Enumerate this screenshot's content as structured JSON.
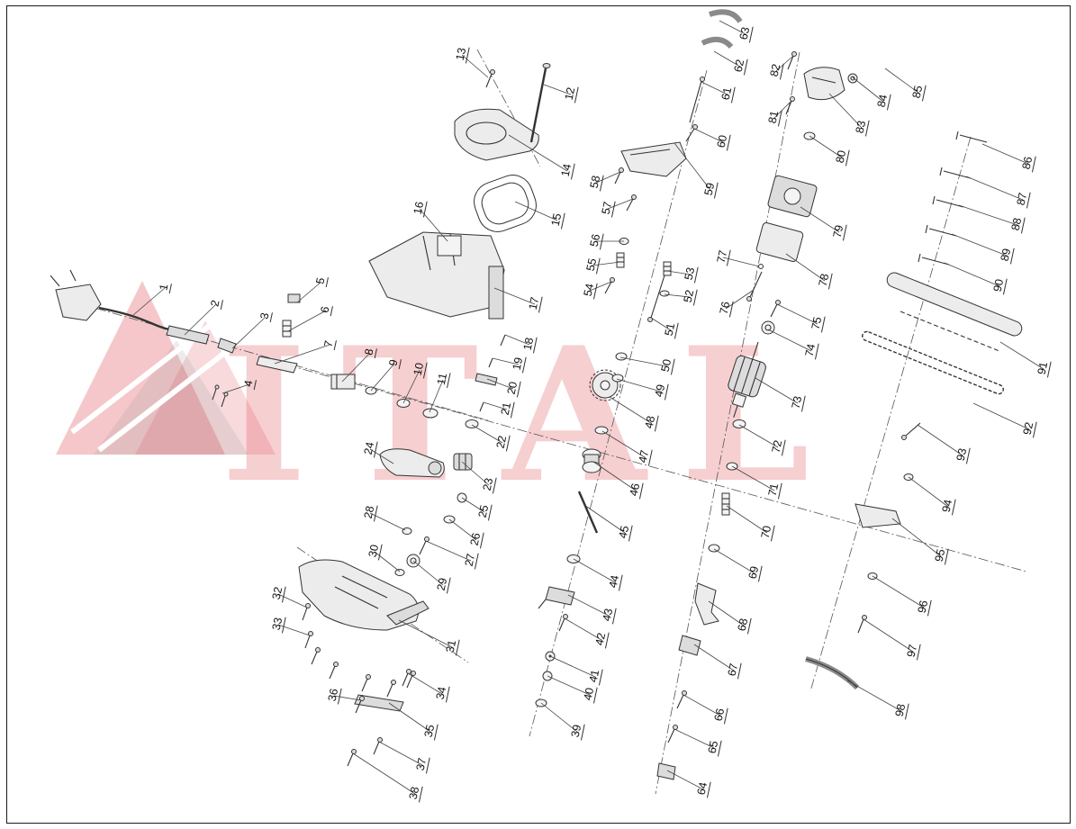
{
  "watermark": {
    "text": "ITAL",
    "color": "#de464e"
  },
  "diagram": {
    "kind": "exploded-parts-view",
    "part_count": 98
  },
  "parts": [
    [
      1,
      183,
      320,
      148,
      350
    ],
    [
      2,
      240,
      338,
      205,
      372
    ],
    [
      3,
      295,
      352,
      258,
      387
    ],
    [
      4,
      277,
      427,
      247,
      437
    ],
    [
      5,
      357,
      313,
      330,
      336
    ],
    [
      6,
      362,
      345,
      320,
      368
    ],
    [
      7,
      366,
      383,
      305,
      404
    ],
    [
      8,
      411,
      392,
      380,
      424
    ],
    [
      9,
      438,
      404,
      412,
      434
    ],
    [
      10,
      466,
      411,
      448,
      448
    ],
    [
      11,
      492,
      422,
      477,
      458
    ],
    [
      12,
      634,
      105,
      604,
      94
    ],
    [
      13,
      513,
      61,
      542,
      86
    ],
    [
      14,
      630,
      190,
      565,
      150
    ],
    [
      15,
      619,
      245,
      572,
      224
    ],
    [
      16,
      466,
      232,
      497,
      268
    ],
    [
      17,
      594,
      338,
      549,
      320
    ],
    [
      18,
      588,
      383,
      561,
      372
    ],
    [
      19,
      576,
      405,
      547,
      398
    ],
    [
      20,
      570,
      432,
      541,
      421
    ],
    [
      21,
      563,
      455,
      537,
      447
    ],
    [
      22,
      558,
      492,
      524,
      472
    ],
    [
      23,
      543,
      539,
      513,
      513
    ],
    [
      24,
      411,
      499,
      437,
      515
    ],
    [
      25,
      538,
      569,
      513,
      553
    ],
    [
      26,
      529,
      600,
      499,
      577
    ],
    [
      27,
      523,
      623,
      473,
      601
    ],
    [
      28,
      411,
      570,
      450,
      589
    ],
    [
      29,
      492,
      650,
      459,
      623
    ],
    [
      30,
      416,
      613,
      444,
      635
    ],
    [
      31,
      502,
      719,
      443,
      689
    ],
    [
      32,
      309,
      660,
      341,
      675
    ],
    [
      33,
      309,
      694,
      344,
      706
    ],
    [
      34,
      491,
      771,
      453,
      748
    ],
    [
      35,
      478,
      813,
      432,
      781
    ],
    [
      36,
      371,
      773,
      401,
      778
    ],
    [
      37,
      469,
      850,
      421,
      824
    ],
    [
      38,
      461,
      882,
      392,
      837
    ],
    [
      39,
      641,
      813,
      601,
      781
    ],
    [
      40,
      655,
      772,
      608,
      751
    ],
    [
      41,
      661,
      752,
      611,
      729
    ],
    [
      42,
      668,
      711,
      627,
      687
    ],
    [
      43,
      676,
      684,
      631,
      661
    ],
    [
      44,
      683,
      647,
      637,
      621
    ],
    [
      45,
      694,
      592,
      649,
      561
    ],
    [
      46,
      706,
      545,
      659,
      513
    ],
    [
      47,
      716,
      508,
      669,
      479
    ],
    [
      48,
      723,
      470,
      677,
      441
    ],
    [
      49,
      734,
      435,
      685,
      421
    ],
    [
      50,
      741,
      407,
      689,
      397
    ],
    [
      51,
      745,
      367,
      723,
      353
    ],
    [
      52,
      766,
      330,
      738,
      327
    ],
    [
      53,
      767,
      305,
      741,
      301
    ],
    [
      54,
      655,
      323,
      679,
      313
    ],
    [
      55,
      658,
      295,
      689,
      291
    ],
    [
      56,
      662,
      268,
      693,
      268
    ],
    [
      57,
      675,
      232,
      703,
      221
    ],
    [
      58,
      662,
      203,
      689,
      191
    ],
    [
      59,
      789,
      211,
      749,
      159
    ],
    [
      60,
      803,
      158,
      771,
      143
    ],
    [
      61,
      808,
      105,
      779,
      91
    ],
    [
      62,
      822,
      74,
      793,
      57
    ],
    [
      63,
      828,
      38,
      799,
      23
    ],
    [
      64,
      781,
      877,
      741,
      856
    ],
    [
      65,
      793,
      831,
      749,
      810
    ],
    [
      66,
      800,
      795,
      759,
      772
    ],
    [
      67,
      815,
      745,
      771,
      716
    ],
    [
      68,
      826,
      695,
      787,
      668
    ],
    [
      69,
      838,
      637,
      793,
      610
    ],
    [
      70,
      852,
      592,
      807,
      562
    ],
    [
      71,
      860,
      545,
      813,
      518
    ],
    [
      72,
      864,
      497,
      821,
      472
    ],
    [
      73,
      886,
      448,
      839,
      420
    ],
    [
      74,
      901,
      390,
      853,
      366
    ],
    [
      75,
      908,
      360,
      863,
      338
    ],
    [
      76,
      806,
      343,
      837,
      322
    ],
    [
      77,
      803,
      286,
      843,
      296
    ],
    [
      78,
      916,
      312,
      873,
      282
    ],
    [
      79,
      932,
      258,
      889,
      230
    ],
    [
      80,
      935,
      175,
      899,
      151
    ],
    [
      81,
      860,
      131,
      879,
      112
    ],
    [
      82,
      862,
      79,
      881,
      62
    ],
    [
      83,
      957,
      142,
      921,
      104
    ],
    [
      84,
      981,
      113,
      947,
      86
    ],
    [
      85,
      1020,
      103,
      983,
      76
    ],
    [
      86,
      1142,
      182,
      1091,
      160
    ],
    [
      87,
      1136,
      222,
      1073,
      196
    ],
    [
      88,
      1130,
      250,
      1065,
      228
    ],
    [
      89,
      1118,
      284,
      1057,
      260
    ],
    [
      90,
      1110,
      318,
      1049,
      292
    ],
    [
      91,
      1159,
      410,
      1111,
      380
    ],
    [
      92,
      1143,
      477,
      1081,
      448
    ],
    [
      93,
      1069,
      506,
      1019,
      472
    ],
    [
      94,
      1053,
      563,
      1009,
      530
    ],
    [
      95,
      1045,
      618,
      991,
      576
    ],
    [
      96,
      1026,
      675,
      969,
      640
    ],
    [
      97,
      1014,
      724,
      959,
      688
    ],
    [
      98,
      1001,
      790,
      941,
      756
    ]
  ]
}
